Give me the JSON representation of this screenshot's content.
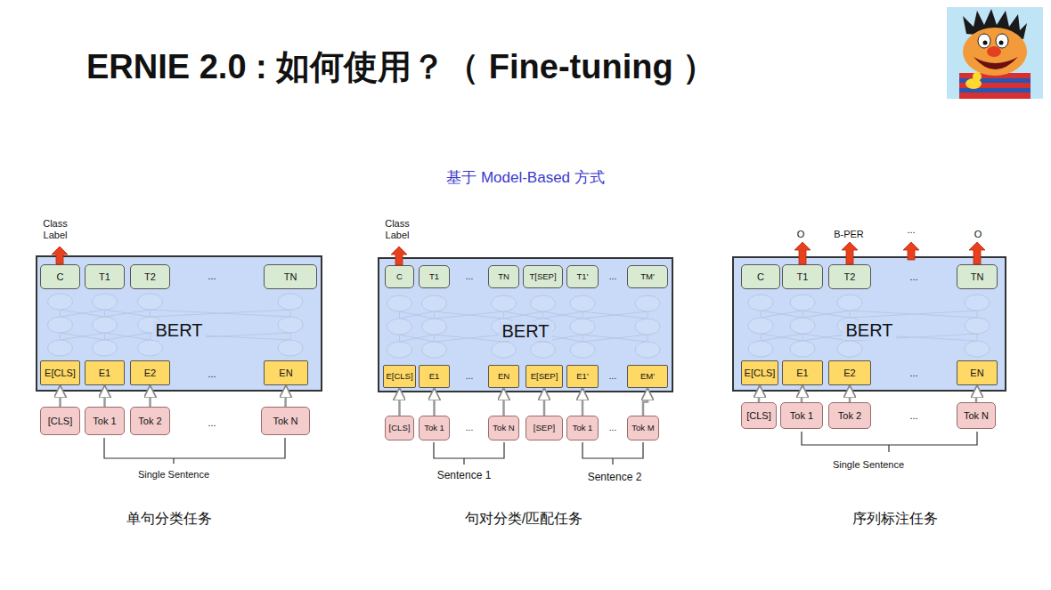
{
  "diagram": {
    "title": "ERNIE 2.0 : 如何使用？（ Fine-tuning ）",
    "nodes": [
      {
        "text": [
          "BERT"
        ]
      },
      {
        "text": [
          "C"
        ],
        "in": 0
      },
      {
        "text": [
          "T1"
        ],
        "in": 0
      },
      {
        "text": [
          "T2"
        ],
        "in": 0
      },
      {
        "text": [
          "TN"
        ],
        "in": 0
      },
      {
        "text": [
          "E[CLS]"
        ],
        "in": 0
      },
      {
        "text": [
          "E1"
        ],
        "in": 0
      },
      {
        "text": [
          "E2"
        ],
        "in": 0
      },
      {
        "text": [
          "EN"
        ],
        "in": 0
      },
      {
        "text": [
          "[CLS]"
        ]
      },
      {
        "text": [
          "Tok 1"
        ]
      },
      {
        "text": [
          "Tok 2"
        ]
      },
      {
        "text": [
          "Tok N"
        ]
      },
      {
        "text": [
          "BERT"
        ]
      },
      {
        "text": [
          "C"
        ],
        "in": 13
      },
      {
        "text": [
          "T1"
        ],
        "in": 13
      },
      {
        "text": [
          "TN"
        ],
        "in": 13
      },
      {
        "text": [
          "T[SEP]"
        ],
        "in": 13
      },
      {
        "text": [
          "T1'"
        ],
        "in": 13
      },
      {
        "text": [
          "TM'"
        ],
        "in": 13
      },
      {
        "text": [
          "E[CLS]"
        ],
        "in": 13
      },
      {
        "text": [
          "E1"
        ],
        "in": 13
      },
      {
        "text": [
          "EN"
        ],
        "in": 13
      },
      {
        "text": [
          "E[SEP]"
        ],
        "in": 13
      },
      {
        "text": [
          "E1'"
        ],
        "in": 13
      },
      {
        "text": [
          "EM'"
        ],
        "in": 13
      },
      {
        "text": [
          "[CLS]"
        ]
      },
      {
        "text": [
          "Tok 1"
        ]
      },
      {
        "text": [
          "Tok N"
        ]
      },
      {
        "text": [
          "[SEP]"
        ]
      },
      {
        "text": [
          "Tok 1"
        ]
      },
      {
        "text": [
          "Tok M"
        ]
      },
      {
        "text": [
          "BERT"
        ]
      },
      {
        "text": [
          "C"
        ],
        "in": 32
      },
      {
        "text": [
          "T1"
        ],
        "in": 32
      },
      {
        "text": [
          "T2"
        ],
        "in": 32
      },
      {
        "text": [
          "TN"
        ],
        "in": 32
      },
      {
        "text": [
          "E[CLS]"
        ],
        "in": 32
      },
      {
        "text": [
          "E1"
        ],
        "in": 32
      },
      {
        "text": [
          "E2"
        ],
        "in": 32
      },
      {
        "text": [
          "EN"
        ],
        "in": 32
      },
      {
        "text": [
          "[CLS]"
        ]
      },
      {
        "text": [
          "Tok 1"
        ]
      },
      {
        "text": [
          "Tok 2"
        ]
      },
      {
        "text": [
          "Tok N"
        ]
      }
    ],
    "edges": [
      {
        "from": 9,
        "to": 5,
        "arrow": "to"
      },
      {
        "from": 10,
        "to": 6,
        "arrow": "to"
      },
      {
        "from": 11,
        "to": 7,
        "arrow": "to"
      },
      {
        "from": 12,
        "to": 8,
        "arrow": "to"
      },
      {
        "from": 26,
        "to": 20,
        "arrow": "to"
      },
      {
        "from": 27,
        "to": 21,
        "arrow": "to"
      },
      {
        "from": 28,
        "to": 22,
        "arrow": "to"
      },
      {
        "from": 29,
        "to": 23,
        "arrow": "to"
      },
      {
        "from": 30,
        "to": 24,
        "arrow": "to"
      },
      {
        "from": 31,
        "to": 25,
        "arrow": "to"
      },
      {
        "from": 41,
        "to": 37,
        "arrow": "to"
      },
      {
        "from": 42,
        "to": 38,
        "arrow": "to"
      },
      {
        "from": 43,
        "to": 39,
        "arrow": "to"
      },
      {
        "from": 44,
        "to": 40,
        "arrow": "to"
      }
    ],
    "labels": [
      "基于 Model-Based 方式",
      "Class Label",
      "...",
      "...",
      "...",
      "Single Sentence",
      "单句分类任务",
      "Class Label",
      "...",
      "...",
      "...",
      "...",
      "...",
      "...",
      "Sentence 1",
      "Sentence 2",
      "句对分类/匹配任务",
      "O",
      "B-PER",
      "...",
      "O",
      "...",
      "...",
      "...",
      "Single Sentence",
      "序列标注任务"
    ]
  }
}
